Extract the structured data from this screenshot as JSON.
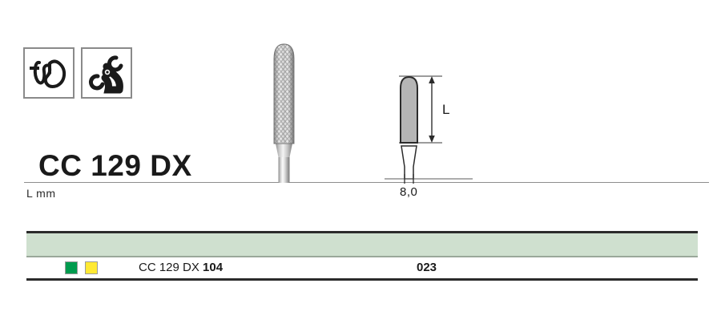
{
  "product": {
    "title": "CC 129 DX",
    "length_unit_label": "L mm"
  },
  "icons": [
    {
      "name": "tooth-preparation-icon",
      "label": "tooth-preparation"
    },
    {
      "name": "handpiece-turbine-icon",
      "label": "turbine-handpiece"
    }
  ],
  "diagram": {
    "length_label": "L",
    "diameter_label": "8,0"
  },
  "table": {
    "band_color": "#cfe0cf",
    "rows": [
      {
        "swatches": [
          {
            "name": "green-swatch",
            "color": "#009B4E"
          },
          {
            "name": "yellow-swatch",
            "color": "#FFE933"
          }
        ],
        "reference": "CC 129 DX ",
        "shank": "104",
        "size": "023"
      }
    ]
  }
}
